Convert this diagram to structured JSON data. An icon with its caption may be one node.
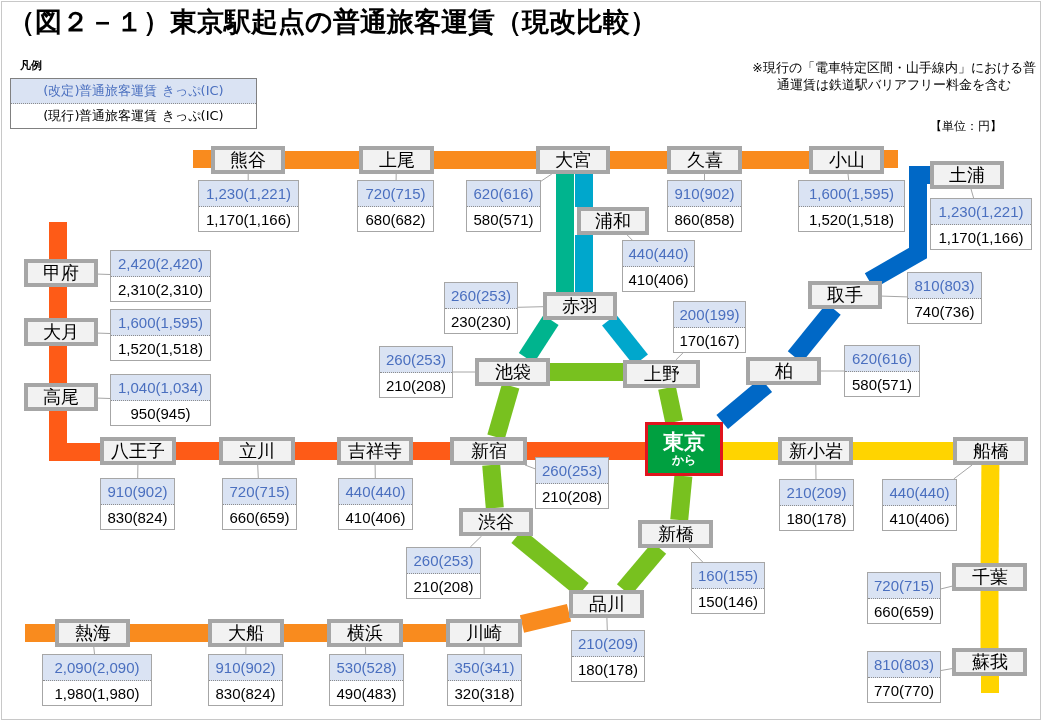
{
  "diagram": {
    "title": "（図２－１）東京駅起点の普通旅客運賃（現改比較）",
    "nodes": [
      {
        "text": [
          "熊谷"
        ]
      },
      {
        "text": [
          "1,230(1,221)",
          "1,170(1,166)"
        ]
      },
      {
        "text": [
          "上尾"
        ]
      },
      {
        "text": [
          "720(715)",
          "680(682)"
        ]
      },
      {
        "text": [
          "大宮"
        ]
      },
      {
        "text": [
          "620(616)",
          "580(571)"
        ]
      },
      {
        "text": [
          "久喜"
        ]
      },
      {
        "text": [
          "910(902)",
          "860(858)"
        ]
      },
      {
        "text": [
          "小山"
        ]
      },
      {
        "text": [
          "1,600(1,595)",
          "1,520(1,518)"
        ]
      },
      {
        "text": [
          "土浦"
        ]
      },
      {
        "text": [
          "1,230(1,221)",
          "1,170(1,166)"
        ]
      },
      {
        "text": [
          "浦和"
        ]
      },
      {
        "text": [
          "440(440)",
          "410(406)"
        ]
      },
      {
        "text": [
          "甲府"
        ]
      },
      {
        "text": [
          "2,420(2,420)",
          "2,310(2,310)"
        ]
      },
      {
        "text": [
          "赤羽"
        ]
      },
      {
        "text": [
          "260(253)",
          "230(230)"
        ]
      },
      {
        "text": [
          "取手"
        ]
      },
      {
        "text": [
          "810(803)",
          "740(736)"
        ]
      },
      {
        "text": [
          "大月"
        ]
      },
      {
        "text": [
          "1,600(1,595)",
          "1,520(1,518)"
        ]
      },
      {
        "text": [
          "上野"
        ]
      },
      {
        "text": [
          "200(199)",
          "170(167)"
        ]
      },
      {
        "text": [
          "池袋"
        ]
      },
      {
        "text": [
          "260(253)",
          "210(208)"
        ]
      },
      {
        "text": [
          "柏"
        ]
      },
      {
        "text": [
          "620(616)",
          "580(571)"
        ]
      },
      {
        "text": [
          "高尾"
        ]
      },
      {
        "text": [
          "1,040(1,034)",
          "950(945)"
        ]
      },
      {
        "text": [
          "八王子"
        ]
      },
      {
        "text": [
          "910(902)",
          "830(824)"
        ]
      },
      {
        "text": [
          "立川"
        ]
      },
      {
        "text": [
          "720(715)",
          "660(659)"
        ]
      },
      {
        "text": [
          "吉祥寺"
        ]
      },
      {
        "text": [
          "440(440)",
          "410(406)"
        ]
      },
      {
        "text": [
          "新宿"
        ]
      },
      {
        "text": [
          "260(253)",
          "210(208)"
        ]
      },
      {
        "text": [
          "東京",
          "から"
        ]
      },
      {
        "text": [
          "新小岩"
        ]
      },
      {
        "text": [
          "210(209)",
          "180(178)"
        ]
      },
      {
        "text": [
          "船橋"
        ]
      },
      {
        "text": [
          "440(440)",
          "410(406)"
        ]
      },
      {
        "text": [
          "渋谷"
        ]
      },
      {
        "text": [
          "260(253)",
          "210(208)"
        ]
      },
      {
        "text": [
          "新橋"
        ]
      },
      {
        "text": [
          "160(155)",
          "150(146)"
        ]
      },
      {
        "text": [
          "千葉"
        ]
      },
      {
        "text": [
          "720(715)",
          "660(659)"
        ]
      },
      {
        "text": [
          "品川"
        ]
      },
      {
        "text": [
          "210(209)",
          "180(178)"
        ]
      },
      {
        "text": [
          "熱海"
        ]
      },
      {
        "text": [
          "2,090(2,090)",
          "1,980(1,980)"
        ]
      },
      {
        "text": [
          "大船"
        ]
      },
      {
        "text": [
          "910(902)",
          "830(824)"
        ]
      },
      {
        "text": [
          "横浜"
        ]
      },
      {
        "text": [
          "530(528)",
          "490(483)"
        ]
      },
      {
        "text": [
          "川崎"
        ]
      },
      {
        "text": [
          "350(341)",
          "320(318)"
        ]
      },
      {
        "text": [
          "蘇我"
        ]
      },
      {
        "text": [
          "810(803)",
          "770(770)"
        ]
      }
    ],
    "edges": [
      {
        "from": null,
        "to": 0,
        "arrow": "none",
        "color": "#f98b1e"
      },
      {
        "from": 0,
        "to": 2,
        "arrow": "none",
        "color": "#f98b1e"
      },
      {
        "from": 2,
        "to": 4,
        "arrow": "none",
        "color": "#f98b1e"
      },
      {
        "from": 4,
        "to": 6,
        "arrow": "none",
        "color": "#f98b1e"
      },
      {
        "from": 6,
        "to": 8,
        "arrow": "none",
        "color": "#f98b1e"
      },
      {
        "from": 8,
        "to": null,
        "arrow": "none",
        "color": "#f98b1e"
      },
      {
        "from": 4,
        "to": 16,
        "arrow": "none",
        "color": "#00b48e"
      },
      {
        "from": 4,
        "to": 12,
        "arrow": "none",
        "color": "#00a7cc"
      },
      {
        "from": 12,
        "to": 16,
        "arrow": "none",
        "color": "#00a7cc"
      },
      {
        "from": 16,
        "to": 24,
        "arrow": "none",
        "color": "#00b48e"
      },
      {
        "from": 16,
        "to": 22,
        "arrow": "none",
        "color": "#00a7cc"
      },
      {
        "from": 24,
        "to": 22,
        "arrow": "none",
        "color": "#78c11f"
      },
      {
        "from": 24,
        "to": 36,
        "arrow": "none",
        "color": "#78c11f"
      },
      {
        "from": 36,
        "to": 43,
        "arrow": "none",
        "color": "#78c11f"
      },
      {
        "from": 43,
        "to": 49,
        "arrow": "none",
        "color": "#78c11f"
      },
      {
        "from": 49,
        "to": 45,
        "arrow": "none",
        "color": "#78c11f"
      },
      {
        "from": 45,
        "to": 38,
        "arrow": "none",
        "color": "#78c11f"
      },
      {
        "from": 38,
        "to": 22,
        "arrow": "none",
        "color": "#78c11f"
      },
      {
        "from": null,
        "to": 14,
        "arrow": "none",
        "color": "#fe5b17"
      },
      {
        "from": 14,
        "to": 20,
        "arrow": "none",
        "color": "#fe5b17"
      },
      {
        "from": 20,
        "to": 28,
        "arrow": "none",
        "color": "#fe5b17"
      },
      {
        "from": 28,
        "to": 30,
        "arrow": "none",
        "color": "#fe5b17"
      },
      {
        "from": 30,
        "to": 32,
        "arrow": "none",
        "color": "#fe5b17"
      },
      {
        "from": 32,
        "to": 34,
        "arrow": "none",
        "color": "#fe5b17"
      },
      {
        "from": 34,
        "to": 36,
        "arrow": "none",
        "color": "#fe5b17"
      },
      {
        "from": 36,
        "to": 38,
        "arrow": "none",
        "color": "#fe5b17"
      },
      {
        "from": 38,
        "to": 26,
        "arrow": "none",
        "color": "#0068c6"
      },
      {
        "from": 26,
        "to": 18,
        "arrow": "none",
        "color": "#0068c6"
      },
      {
        "from": 18,
        "to": 10,
        "arrow": "none",
        "color": "#0068c6"
      },
      {
        "from": 38,
        "to": 39,
        "arrow": "none",
        "color": "#ffd400"
      },
      {
        "from": 39,
        "to": 41,
        "arrow": "none",
        "color": "#ffd400"
      },
      {
        "from": 41,
        "to": 47,
        "arrow": "none",
        "color": "#ffd400"
      },
      {
        "from": 47,
        "to": 59,
        "arrow": "none",
        "color": "#ffd400"
      },
      {
        "from": 59,
        "to": null,
        "arrow": "none",
        "color": "#ffd400"
      },
      {
        "from": null,
        "to": 51,
        "arrow": "none",
        "color": "#f98b1e"
      },
      {
        "from": 51,
        "to": 53,
        "arrow": "none",
        "color": "#f98b1e"
      },
      {
        "from": 53,
        "to": 55,
        "arrow": "none",
        "color": "#f98b1e"
      },
      {
        "from": 55,
        "to": 57,
        "arrow": "none",
        "color": "#f98b1e"
      },
      {
        "from": 57,
        "to": 49,
        "arrow": "none",
        "color": "#f98b1e"
      },
      {
        "from": 1,
        "to": 0,
        "arrow": "none"
      },
      {
        "from": 3,
        "to": 2,
        "arrow": "none"
      },
      {
        "from": 5,
        "to": 4,
        "arrow": "none"
      },
      {
        "from": 7,
        "to": 6,
        "arrow": "none"
      },
      {
        "from": 9,
        "to": 8,
        "arrow": "none"
      },
      {
        "from": 11,
        "to": 10,
        "arrow": "none"
      },
      {
        "from": 13,
        "to": 12,
        "arrow": "none"
      },
      {
        "from": 15,
        "to": 14,
        "arrow": "none"
      },
      {
        "from": 17,
        "to": 16,
        "arrow": "none"
      },
      {
        "from": 19,
        "to": 18,
        "arrow": "none"
      },
      {
        "from": 21,
        "to": 20,
        "arrow": "none"
      },
      {
        "from": 23,
        "to": 22,
        "arrow": "none"
      },
      {
        "from": 25,
        "to": 24,
        "arrow": "none"
      },
      {
        "from": 27,
        "to": 26,
        "arrow": "none"
      },
      {
        "from": 29,
        "to": 28,
        "arrow": "none"
      },
      {
        "from": 31,
        "to": 30,
        "arrow": "none"
      },
      {
        "from": 33,
        "to": 32,
        "arrow": "none"
      },
      {
        "from": 35,
        "to": 34,
        "arrow": "none"
      },
      {
        "from": 37,
        "to": 36,
        "arrow": "none"
      },
      {
        "from": 40,
        "to": 39,
        "arrow": "none"
      },
      {
        "from": 42,
        "to": 41,
        "arrow": "none"
      },
      {
        "from": 44,
        "to": 43,
        "arrow": "none"
      },
      {
        "from": 46,
        "to": 45,
        "arrow": "none"
      },
      {
        "from": 48,
        "to": 47,
        "arrow": "none"
      },
      {
        "from": 50,
        "to": 49,
        "arrow": "none"
      },
      {
        "from": 52,
        "to": 51,
        "arrow": "none"
      },
      {
        "from": 54,
        "to": 53,
        "arrow": "none"
      },
      {
        "from": 56,
        "to": 55,
        "arrow": "none"
      },
      {
        "from": 58,
        "to": 57,
        "arrow": "none"
      },
      {
        "from": 60,
        "to": 59,
        "arrow": "none"
      }
    ],
    "labels": [
      "凡例",
      "※現行の「電車特定区間・山手線内」における普通運賃は鉄道駅バリアフリー料金を含む",
      "【単位：円】"
    ],
    "legend": [
      {
        "text": "(改定)普通旅客運賃 きっぷ(IC)",
        "color": "#dae3f3"
      },
      {
        "text": "(現行)普通旅客運賃 きっぷ(IC)",
        "color": "#ffffff"
      }
    ]
  }
}
